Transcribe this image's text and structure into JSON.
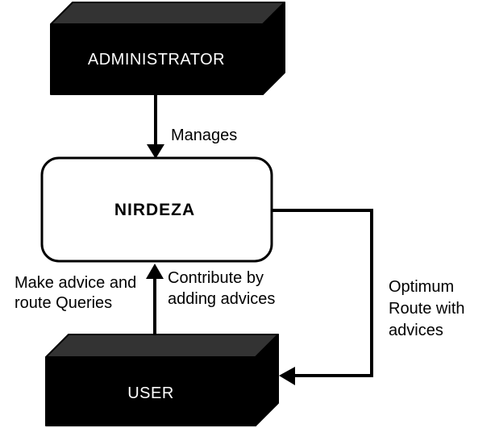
{
  "nodes": {
    "administrator": {
      "label": "ADMINISTRATOR",
      "shape": "cube-3d"
    },
    "nirdeza": {
      "label": "NIRDEZA",
      "shape": "rounded-rectangle"
    },
    "user": {
      "label": "USER",
      "shape": "cube-3d"
    }
  },
  "edges": {
    "manages": {
      "label": "Manages",
      "from": "administrator",
      "to": "nirdeza",
      "direction": "down"
    },
    "make_advice_and_route_queries": {
      "lines": [
        "Make advice and",
        "route Queries"
      ],
      "from": "user",
      "to": "nirdeza",
      "direction": "up"
    },
    "contribute_by_adding_advices": {
      "lines": [
        "Contribute by",
        "adding advices"
      ],
      "from": "user",
      "to": "nirdeza",
      "direction": "up"
    },
    "optimum_route_with_advices": {
      "lines": [
        "Optimum",
        "Route with",
        "advices"
      ],
      "from": "nirdeza",
      "to": "user",
      "direction": "right-down-left"
    }
  },
  "colors": {
    "background": "#ffffff",
    "cube_front_fill": "#000000",
    "cube_top_fill": "#333333",
    "cube_label_color": "#ffffff",
    "nirdeza_fill": "#ffffff",
    "nirdeza_border": "#000000",
    "nirdeza_label_color": "#000000",
    "edge_color": "#000000"
  }
}
